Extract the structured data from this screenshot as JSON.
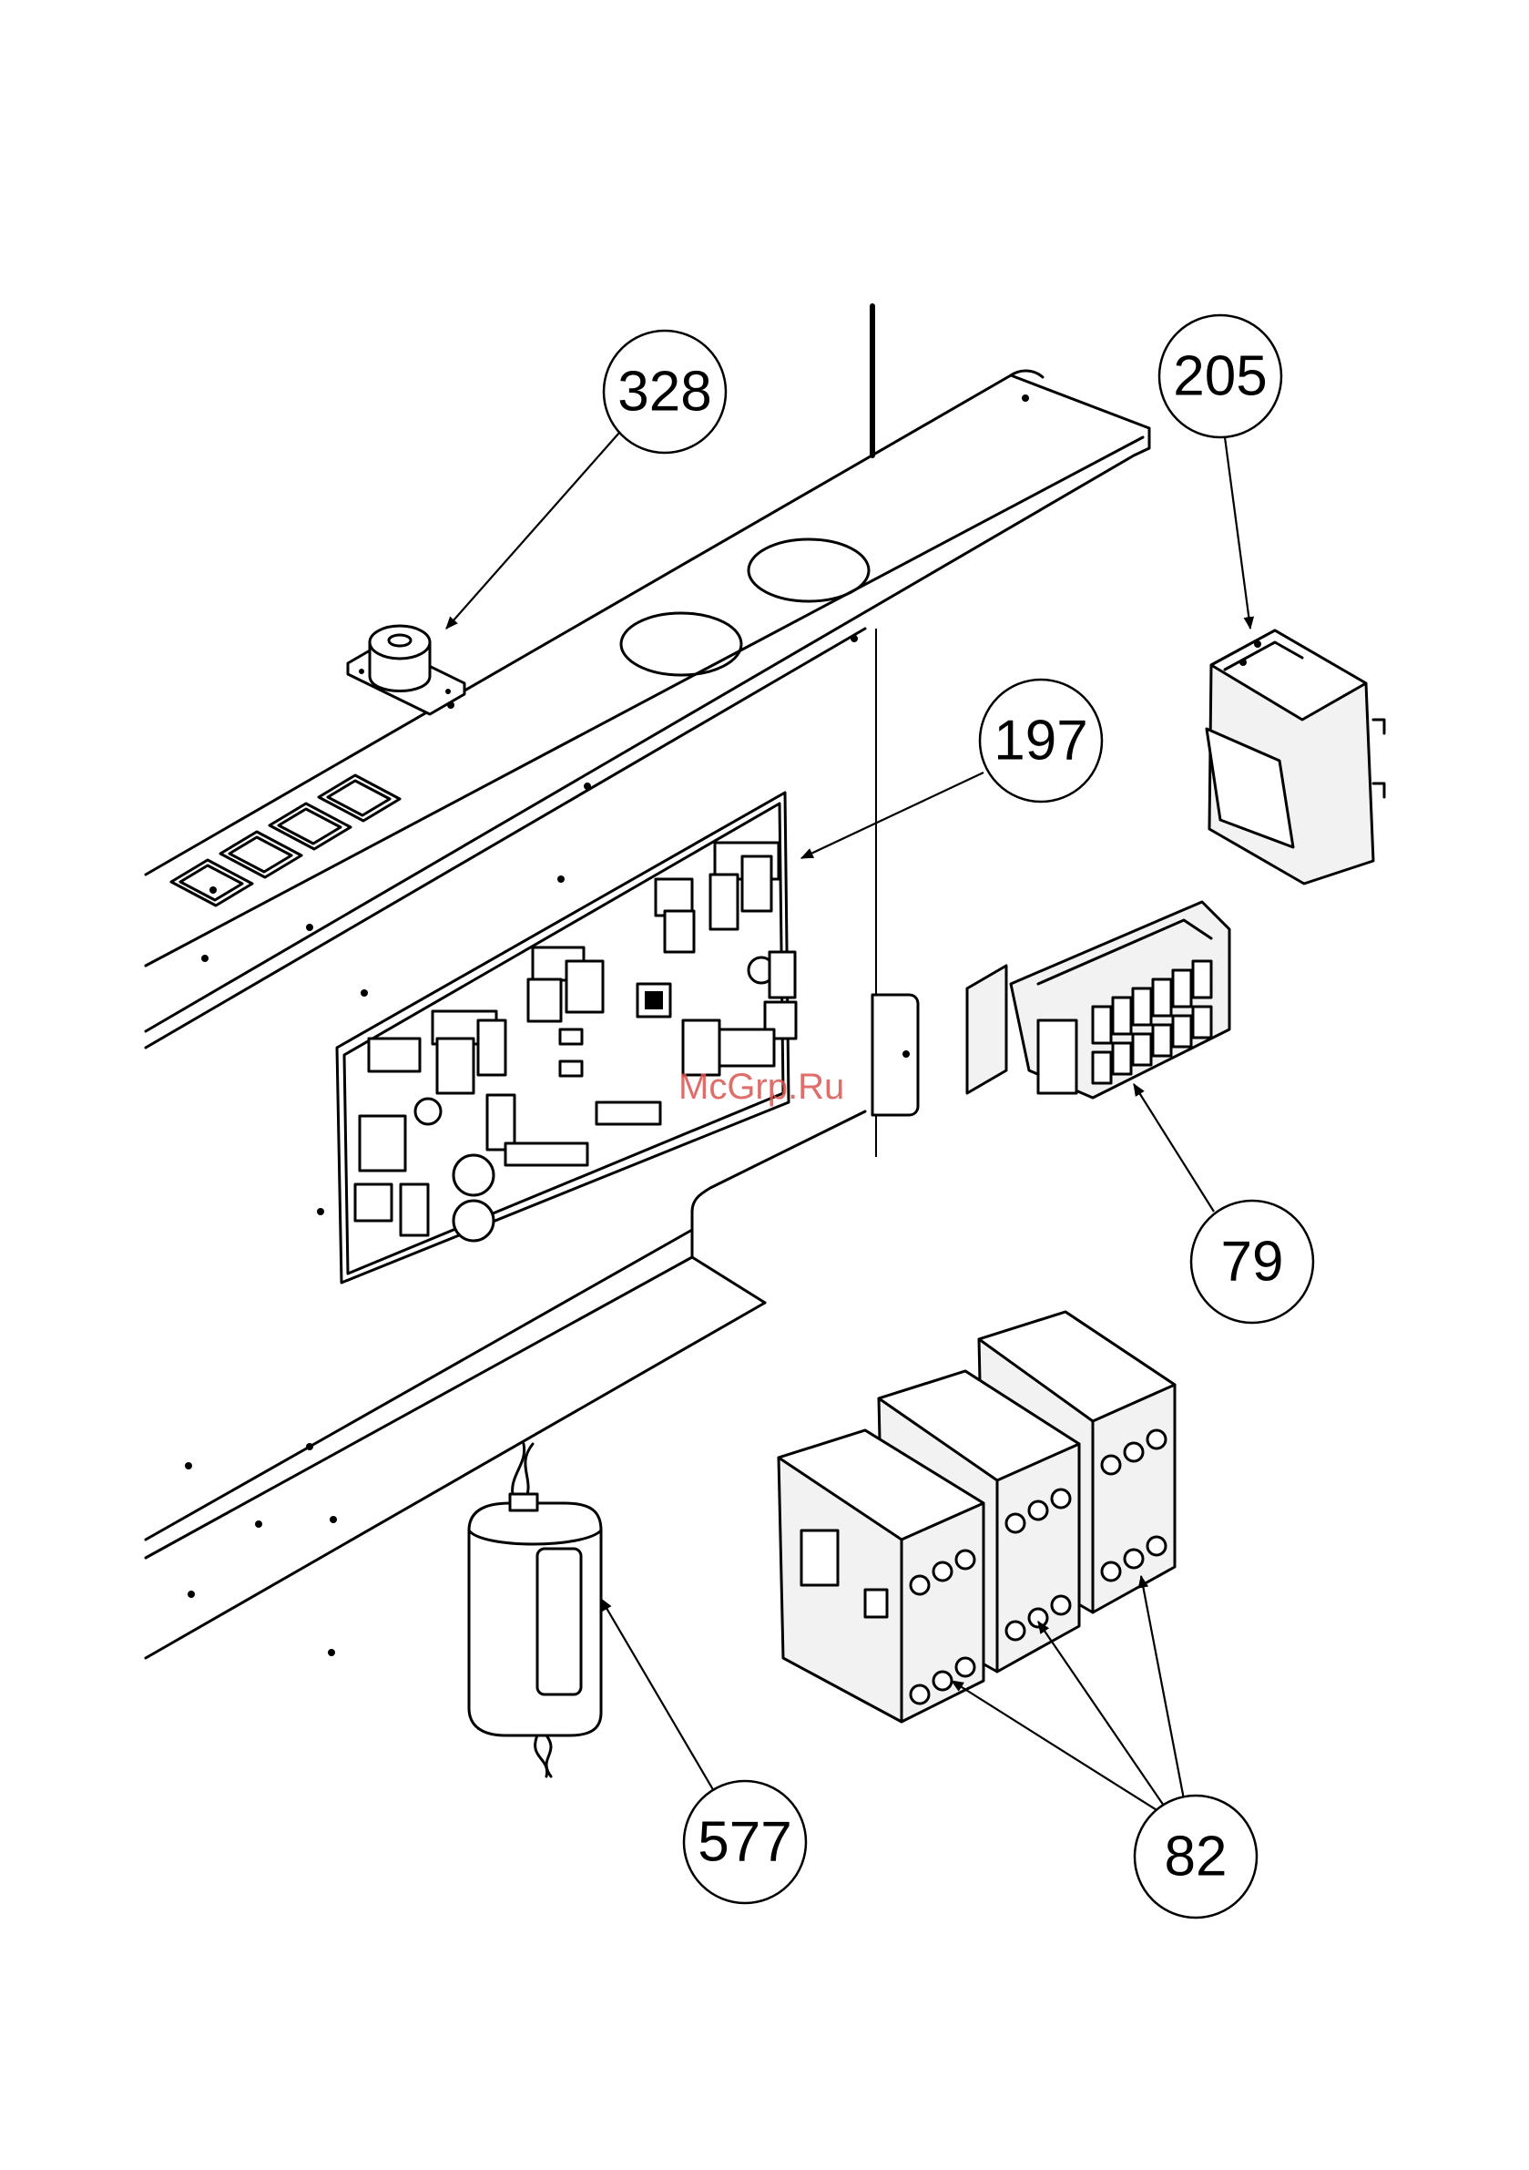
{
  "watermark": "McGrp.Ru",
  "callouts": [
    {
      "id": "328",
      "label": "328"
    },
    {
      "id": "205",
      "label": "205"
    },
    {
      "id": "197",
      "label": "197"
    },
    {
      "id": "79",
      "label": "79"
    },
    {
      "id": "577",
      "label": "577"
    },
    {
      "id": "82",
      "label": "82"
    }
  ]
}
